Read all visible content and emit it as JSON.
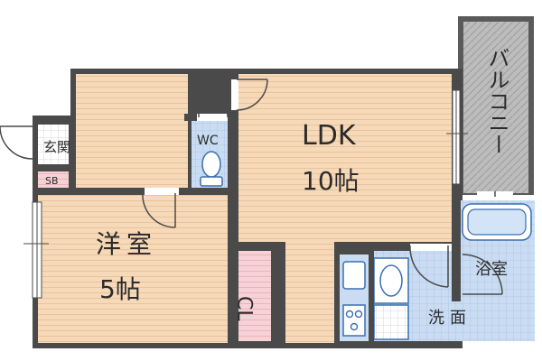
{
  "rooms": {
    "ldk": {
      "name": "LDK",
      "size": "10帖"
    },
    "western": {
      "name": "洋室",
      "size": "5帖"
    },
    "balcony": {
      "name": "バルコニー"
    },
    "bath": {
      "name": "浴室"
    },
    "washroom": {
      "name": "洗面"
    },
    "entrance": {
      "name": "玄関"
    },
    "wc": {
      "name": "WC"
    },
    "shoebox": {
      "name": "SB"
    },
    "closet": {
      "name": "CL"
    }
  },
  "colors": {
    "floor_wood": "#f6d9b8",
    "floor_tile_blue": "#c9dcf2",
    "balcony": "#bcbcbc",
    "closet_pink": "#f6d2d6",
    "wall": "#4a4a4a"
  }
}
